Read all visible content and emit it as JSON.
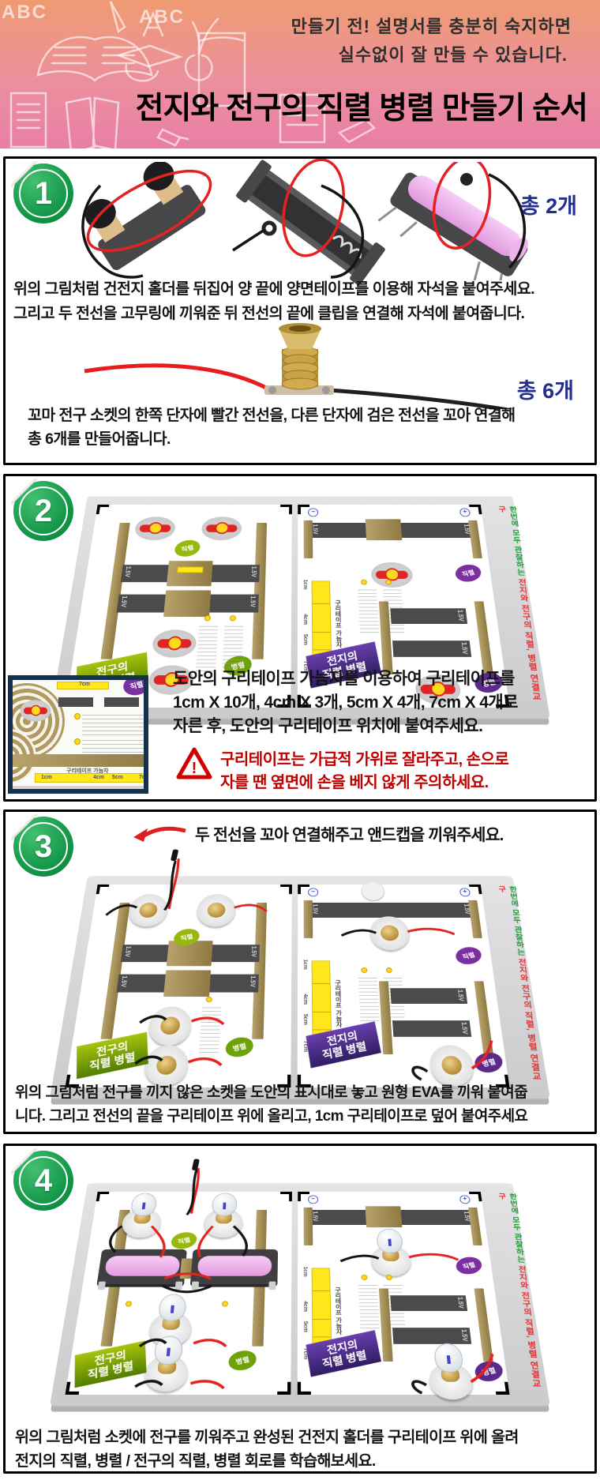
{
  "header": {
    "abc": "ABC",
    "a": "A",
    "note1": "만들기 전! 설명서를 충분히 숙지하면",
    "note2": "실수없이 잘 만들 수 있습니다.",
    "title": "전지와 전구의 직렬 병렬 만들기 순서"
  },
  "s1": {
    "num": "1",
    "count1": "총 2개",
    "count2": "총 6개",
    "p1a": "위의 그림처럼 건전지 홀더를 뒤집어 양 끝에 양면테이프를 이용해 자석을 붙여주세요.",
    "p1b": "그리고 두 전선을 고무링에 끼워준 뒤 전선의 끝에 클립을 연결해 자석에 붙여줍니다.",
    "p2a": "꼬마 전구 소켓의 한쪽 단자에 빨간 전선을, 다른 단자에 검은 전선을 꼬아 연결해",
    "p2b": "총 6개를 만들어줍니다."
  },
  "s2": {
    "num": "2",
    "p1": "도안의 구리테이프 가늠자를 이용하여 구리테이프를",
    "p2": "1cm X 10개, 4cm X 3개, 5cm X 4개, 7cm X 4개로",
    "p3": "자른 후, 도안의 구리테이프 위치에 붙여주세요.",
    "warn1": "구리테이프는 가급적 가위로 잘라주고, 손으로",
    "warn2": "자를 땐 옆면에 손을 베지 않게 주의하세요.",
    "mark": "!"
  },
  "s3": {
    "num": "3",
    "callout": "두 전선을 꼬아 연결해주고 앤드캡을 끼워주세요.",
    "p1": "위의 그림처럼 전구를 끼지 않은 소켓을 도안의 표시대로 놓고 원형 EVA를 끼워 붙여줍",
    "p2": "니다. 그리고 전선의 끝을 구리테이프 위에 올리고, 1cm 구리테이프로 덮어 붙여주세요"
  },
  "s4": {
    "num": "4",
    "p1": "위의 그림처럼 소켓에 전구를 끼워주고 완성된 건전지 홀더를 구리테이프 위에 올려",
    "p2": "전지의 직렬, 병렬 / 전구의 직렬, 병렬 회로를 학습해보세요."
  },
  "board": {
    "left1": "전구의",
    "left2": "직렬 병렬",
    "right1": "전지의",
    "right2": "직렬 병렬",
    "slogan_a": "한번에 모두 관찰하는 ",
    "slogan_b": "전지와 전구의 직렬, 병렬 연결교구",
    "serial": "직렬",
    "parallel": "병렬",
    "volt": "1.5V",
    "minus": "−",
    "plus": "+",
    "ruler_label": "구리테이프 가늠자",
    "marks": [
      "1cm",
      "4cm",
      "5cm",
      "7cm"
    ]
  },
  "colors": {
    "accent_blue": "#232e8e",
    "warning_red": "#c00000",
    "copper": "#a6935a",
    "board_green": "#93b90c",
    "board_purple": "#32298a"
  }
}
